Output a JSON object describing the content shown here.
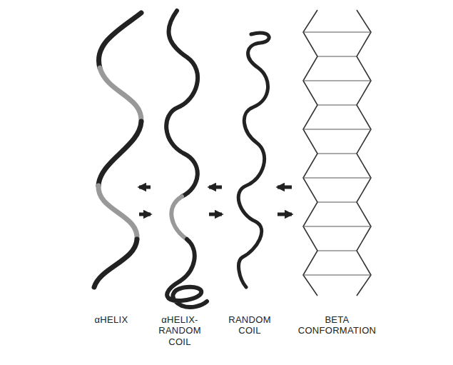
{
  "diagram": {
    "nodes": [
      {
        "text": [
          "αHELIX"
        ]
      },
      {
        "text": [
          "αHELIX- RANDOM COIL"
        ]
      },
      {
        "text": [
          "RANDOM COIL"
        ]
      },
      {
        "text": [
          "BETA CONFORMATION"
        ]
      }
    ],
    "edges": [
      {
        "from": 1,
        "to": 0,
        "arrow": "to"
      },
      {
        "from": 0,
        "to": 1,
        "arrow": "to"
      },
      {
        "from": 2,
        "to": 1,
        "arrow": "to"
      },
      {
        "from": 1,
        "to": 2,
        "arrow": "to"
      },
      {
        "from": 3,
        "to": 2,
        "arrow": "to"
      },
      {
        "from": 2,
        "to": 3,
        "arrow": "to"
      }
    ]
  }
}
